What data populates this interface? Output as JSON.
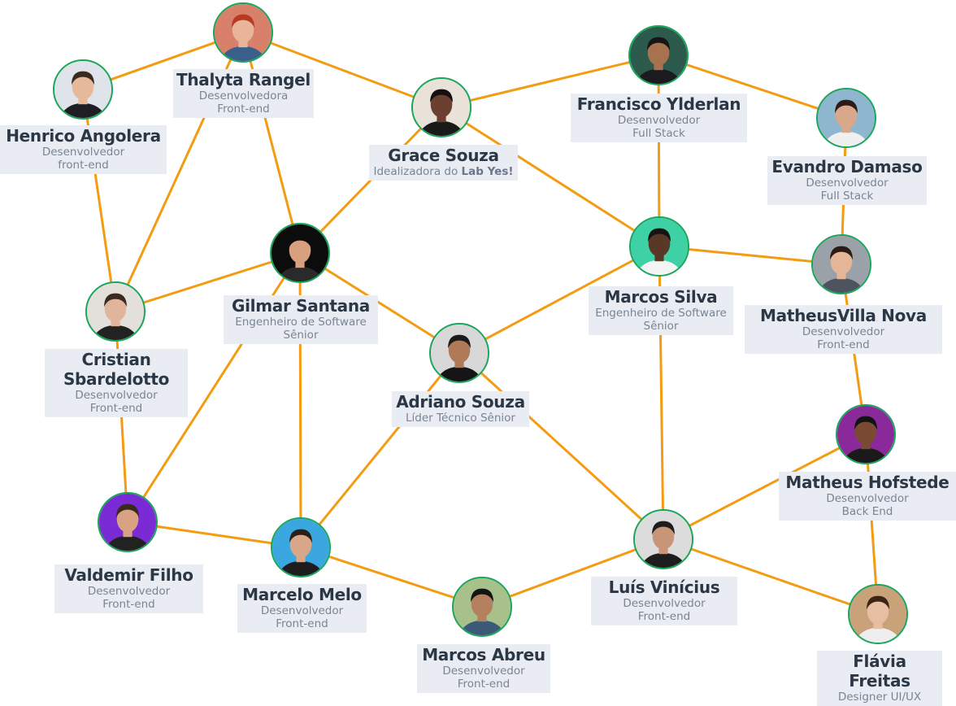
{
  "accent": "#f39c12",
  "people": {
    "thalyta": {
      "name": "Thalyta Rangel",
      "role1": "Desenvolvedora",
      "role2": "Front-end",
      "bg": "#d9806a",
      "skin": "#e8b49a",
      "hair": "#b83a22",
      "shirt": "#3a5f8a"
    },
    "henrico": {
      "name": "Henrico Angolera",
      "role1": "Desenvolvedor",
      "role2": "front-end",
      "bg": "#dfe3ea",
      "skin": "#e6b99b",
      "hair": "#3b2a1e",
      "shirt": "#1d1f24"
    },
    "grace": {
      "name": "Grace Souza",
      "role1": "Idealizadora do ",
      "role1b": "Lab Yes!",
      "bg": "#e8e2d8",
      "skin": "#6b4030",
      "hair": "#151010",
      "shirt": "#1a1a1a"
    },
    "francisco": {
      "name": "Francisco Ylderlan",
      "role1": "Desenvolvedor",
      "role2": "Full Stack",
      "bg": "#2c5a4c",
      "skin": "#a8724e",
      "hair": "#161616",
      "shirt": "#1b1b1f"
    },
    "evandro": {
      "name": "Evandro Damaso",
      "role1": "Desenvolvedor",
      "role2": "Full Stack",
      "bg": "#8fb6cf",
      "skin": "#d9a78a",
      "hair": "#2b1d15",
      "shirt": "#f0f0f0"
    },
    "gilmar": {
      "name": "Gilmar Santana",
      "role1": "Engenheiro de Software",
      "role2": "Sênior",
      "bg": "#0c0c0c",
      "skin": "#d9a080",
      "hair": "#0c0c0c",
      "shirt": "#2a2a2a"
    },
    "marcos_silva": {
      "name": "Marcos Silva",
      "role1": "Engenheiro de Software",
      "role2": "Sênior",
      "bg": "#3ed1a6",
      "skin": "#5a3828",
      "hair": "#141414",
      "shirt": "#f4f4f4"
    },
    "matheus_villa": {
      "name": "MatheusVilla Nova",
      "role1": "Desenvolvedor",
      "role2": "Front-end",
      "bg": "#9aa1a8",
      "skin": "#e4b597",
      "hair": "#2a1c14",
      "shirt": "#4d5460"
    },
    "cristian": {
      "name": "Cristian\nSbardelotto",
      "role1": "Desenvolvedor",
      "role2": "Front-end",
      "bg": "#e3e0db",
      "skin": "#e0b59c",
      "hair": "#3a2a20",
      "shirt": "#222222"
    },
    "adriano": {
      "name": "Adriano Souza",
      "role1": "Líder Técnico Sênior",
      "bg": "#d8d8d8",
      "skin": "#b07a58",
      "hair": "#1b1b1b",
      "shirt": "#151515"
    },
    "matheus_hofstede": {
      "name": "Matheus Hofstede",
      "role1": "Desenvolvedor",
      "role2": "Back End",
      "bg": "#8a2a9a",
      "skin": "#7a4a32",
      "hair": "#131313",
      "shirt": "#1a1a1a"
    },
    "valdemir": {
      "name": "Valdemir Filho",
      "role1": "Desenvolvedor",
      "role2": "Front-end",
      "bg": "#7a2bd6",
      "skin": "#d9a282",
      "hair": "#3a2a1e",
      "shirt": "#222222"
    },
    "marcelo": {
      "name": "Marcelo Melo",
      "role1": "Desenvolvedor",
      "role2": "Front-end",
      "bg": "#3aa7e0",
      "skin": "#d8a688",
      "hair": "#2a1e16",
      "shirt": "#1d1d1d"
    },
    "luis": {
      "name": "Luís Vinícius",
      "role1": "Desenvolvedor",
      "role2": "Front-end",
      "bg": "#dcdcdc",
      "skin": "#c99578",
      "hair": "#1d1d1d",
      "shirt": "#1d1d1d"
    },
    "marcos_abreu": {
      "name": "Marcos Abreu",
      "role1": "Desenvolvedor",
      "role2": "Front-end",
      "bg": "#a8c08a",
      "skin": "#b58060",
      "hair": "#151515",
      "shirt": "#3b5a78"
    },
    "flavia": {
      "name": "Flávia Freitas",
      "role1": "Designer UI/UX",
      "bg": "#c9a27a",
      "skin": "#e7bea2",
      "hair": "#3a2418",
      "shirt": "#eeeeee"
    }
  },
  "connections": [
    [
      "henrico",
      "thalyta"
    ],
    [
      "thalyta",
      "grace"
    ],
    [
      "thalyta",
      "gilmar"
    ],
    [
      "thalyta",
      "cristian"
    ],
    [
      "henrico",
      "cristian"
    ],
    [
      "grace",
      "francisco"
    ],
    [
      "grace",
      "gilmar"
    ],
    [
      "grace",
      "marcos_silva"
    ],
    [
      "francisco",
      "evandro"
    ],
    [
      "francisco",
      "marcos_silva"
    ],
    [
      "evandro",
      "matheus_villa"
    ],
    [
      "marcos_silva",
      "matheus_villa"
    ],
    [
      "marcos_silva",
      "adriano"
    ],
    [
      "marcos_silva",
      "luis"
    ],
    [
      "matheus_villa",
      "matheus_hofstede"
    ],
    [
      "gilmar",
      "cristian"
    ],
    [
      "gilmar",
      "adriano"
    ],
    [
      "gilmar",
      "valdemir"
    ],
    [
      "gilmar",
      "marcelo"
    ],
    [
      "cristian",
      "valdemir"
    ],
    [
      "valdemir",
      "marcelo"
    ],
    [
      "adriano",
      "marcelo"
    ],
    [
      "adriano",
      "luis"
    ],
    [
      "marcelo",
      "marcos_abreu"
    ],
    [
      "marcos_abreu",
      "luis"
    ],
    [
      "luis",
      "matheus_hofstede"
    ],
    [
      "luis",
      "flavia"
    ],
    [
      "matheus_hofstede",
      "flavia"
    ]
  ]
}
